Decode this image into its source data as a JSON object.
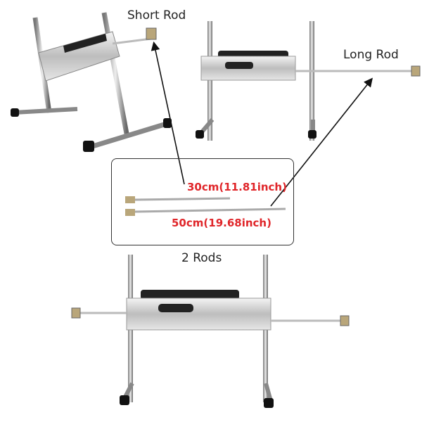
{
  "labels": {
    "short_rod": "Short Rod",
    "long_rod": "Long Rod",
    "two_rods": "2 Rods",
    "short_length": "30cm(11.81inch)",
    "long_length": "50cm(19.68inch)"
  },
  "colors": {
    "accent": "#e0262a",
    "metal": "#c8c8c8",
    "dark": "#222222"
  }
}
